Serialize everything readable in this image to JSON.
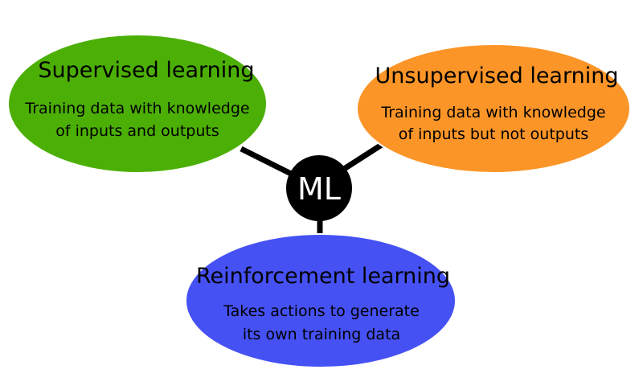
{
  "hub": {
    "label": "ML",
    "color": "#000000"
  },
  "nodes": {
    "supervised": {
      "title": "Supervised learning",
      "desc_line1": "Training data with knowledge",
      "desc_line2": "of inputs and outputs",
      "color": "#4caf06"
    },
    "unsupervised": {
      "title": "Unsupervised learning",
      "desc_line1": "Training data with knowledge",
      "desc_line2": "of inputs but not outputs",
      "color": "#fc9528"
    },
    "reinforcement": {
      "title": "Reinforcement learning",
      "desc_line1": "Takes actions to generate",
      "desc_line2": "its own training data",
      "color": "#4551f3"
    }
  }
}
